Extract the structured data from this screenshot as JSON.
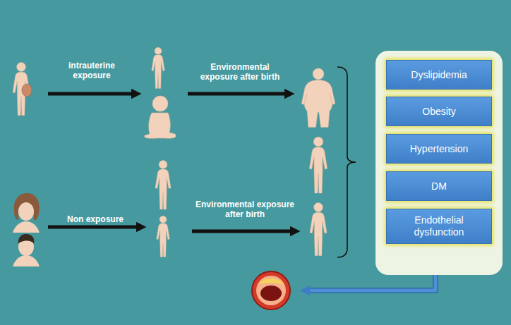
{
  "diagram": {
    "nodes": [
      {
        "text": [
          "Dyslipidemia"
        ]
      },
      {
        "text": [
          "Obesity"
        ]
      },
      {
        "text": [
          "Hypertension"
        ]
      },
      {
        "text": [
          "DM"
        ]
      },
      {
        "text": [
          "Endothelial dysfunction"
        ]
      }
    ],
    "labels": [
      "intrauterine exposure",
      "Environmental exposure after birth",
      "Non exposure",
      "Environmental exposure after birth"
    ]
  }
}
